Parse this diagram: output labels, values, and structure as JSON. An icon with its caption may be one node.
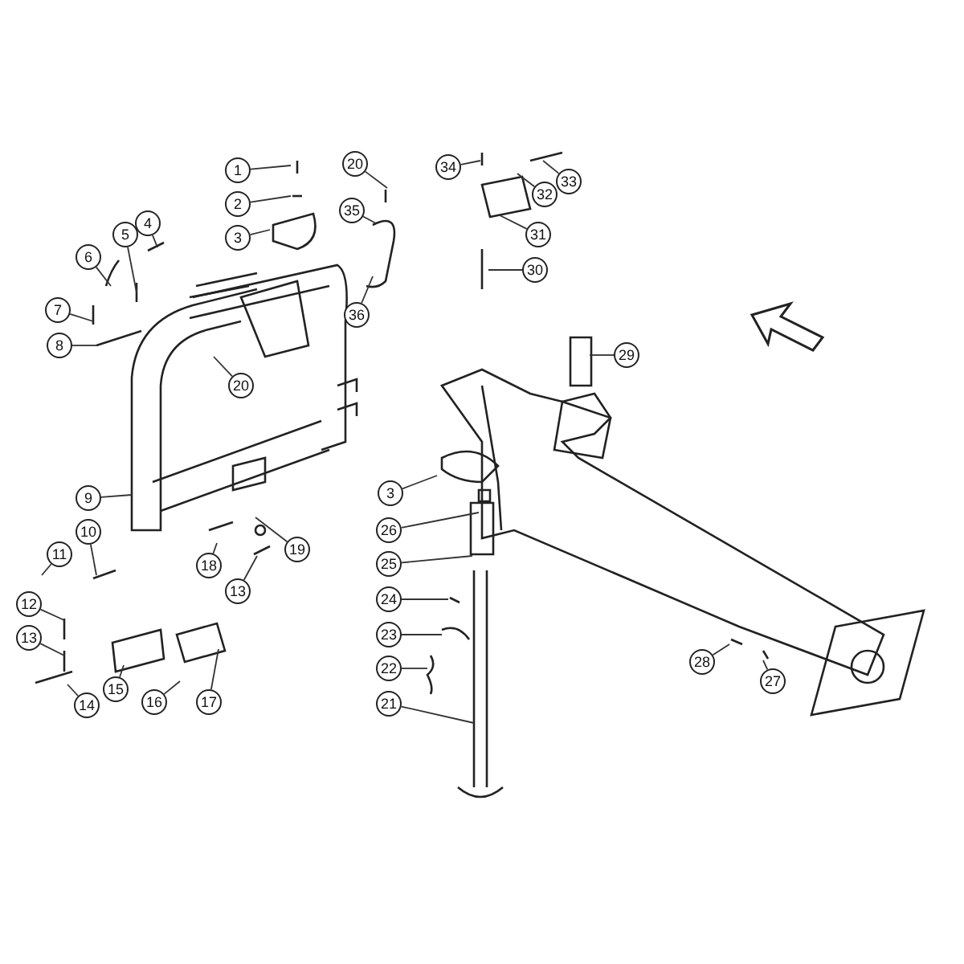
{
  "diagram": {
    "nodes": [
      {
        "text": [
          "1"
        ]
      },
      {
        "text": [
          "2"
        ]
      },
      {
        "text": [
          "3"
        ]
      },
      {
        "text": [
          "20"
        ]
      },
      {
        "text": [
          "34"
        ]
      },
      {
        "text": [
          "33"
        ]
      },
      {
        "text": [
          "35"
        ]
      },
      {
        "text": [
          "32"
        ]
      },
      {
        "text": [
          "31"
        ]
      },
      {
        "text": [
          "4"
        ]
      },
      {
        "text": [
          "5"
        ]
      },
      {
        "text": [
          "6"
        ]
      },
      {
        "text": [
          "30"
        ]
      },
      {
        "text": [
          "7"
        ]
      },
      {
        "text": [
          "8"
        ]
      },
      {
        "text": [
          "36"
        ]
      },
      {
        "text": [
          "20"
        ]
      },
      {
        "text": [
          "29"
        ]
      },
      {
        "text": [
          "3"
        ]
      },
      {
        "text": [
          "9"
        ]
      },
      {
        "text": [
          "26"
        ]
      },
      {
        "text": [
          "10"
        ]
      },
      {
        "text": [
          "19"
        ]
      },
      {
        "text": [
          "11"
        ]
      },
      {
        "text": [
          "25"
        ]
      },
      {
        "text": [
          "18"
        ]
      },
      {
        "text": [
          "13"
        ]
      },
      {
        "text": [
          "12"
        ]
      },
      {
        "text": [
          "24"
        ]
      },
      {
        "text": [
          "13"
        ]
      },
      {
        "text": [
          "23"
        ]
      },
      {
        "text": [
          "15"
        ]
      },
      {
        "text": [
          "16"
        ]
      },
      {
        "text": [
          "17"
        ]
      },
      {
        "text": [
          "22"
        ]
      },
      {
        "text": [
          "28"
        ]
      },
      {
        "text": [
          "14"
        ]
      },
      {
        "text": [
          "21"
        ]
      },
      {
        "text": [
          "27"
        ]
      }
    ],
    "edges": [
      {
        "from": 0,
        "to": null,
        "arrow": "none"
      },
      {
        "from": 1,
        "to": null,
        "arrow": "none"
      },
      {
        "from": 2,
        "to": null,
        "arrow": "none"
      },
      {
        "from": 3,
        "to": null,
        "arrow": "none"
      },
      {
        "from": 4,
        "to": null,
        "arrow": "none"
      },
      {
        "from": 5,
        "to": null,
        "arrow": "none"
      },
      {
        "from": 6,
        "to": null,
        "arrow": "none"
      },
      {
        "from": 7,
        "to": null,
        "arrow": "none"
      },
      {
        "from": 8,
        "to": null,
        "arrow": "none"
      },
      {
        "from": 9,
        "to": null,
        "arrow": "none"
      },
      {
        "from": 10,
        "to": null,
        "arrow": "none"
      },
      {
        "from": 11,
        "to": null,
        "arrow": "none"
      },
      {
        "from": 12,
        "to": null,
        "arrow": "none"
      },
      {
        "from": 13,
        "to": null,
        "arrow": "none"
      },
      {
        "from": 14,
        "to": null,
        "arrow": "none"
      },
      {
        "from": 15,
        "to": null,
        "arrow": "none"
      },
      {
        "from": 16,
        "to": null,
        "arrow": "none"
      },
      {
        "from": 17,
        "to": null,
        "arrow": "none"
      },
      {
        "from": 18,
        "to": null,
        "arrow": "none"
      },
      {
        "from": 19,
        "to": null,
        "arrow": "none"
      },
      {
        "from": 20,
        "to": null,
        "arrow": "none"
      },
      {
        "from": 21,
        "to": null,
        "arrow": "none"
      },
      {
        "from": 22,
        "to": null,
        "arrow": "none"
      },
      {
        "from": 23,
        "to": null,
        "arrow": "none"
      },
      {
        "from": 24,
        "to": null,
        "arrow": "none"
      },
      {
        "from": 25,
        "to": null,
        "arrow": "none"
      },
      {
        "from": 26,
        "to": null,
        "arrow": "none"
      },
      {
        "from": 27,
        "to": null,
        "arrow": "none"
      },
      {
        "from": 28,
        "to": null,
        "arrow": "none"
      },
      {
        "from": 29,
        "to": null,
        "arrow": "none"
      },
      {
        "from": 30,
        "to": null,
        "arrow": "none"
      },
      {
        "from": 31,
        "to": null,
        "arrow": "none"
      },
      {
        "from": 32,
        "to": null,
        "arrow": "none"
      },
      {
        "from": 33,
        "to": null,
        "arrow": "none"
      },
      {
        "from": 34,
        "to": null,
        "arrow": "none"
      },
      {
        "from": 35,
        "to": null,
        "arrow": "none"
      },
      {
        "from": 36,
        "to": null,
        "arrow": "none"
      },
      {
        "from": 37,
        "to": null,
        "arrow": "none"
      },
      {
        "from": 38,
        "to": null,
        "arrow": "none"
      }
    ]
  }
}
